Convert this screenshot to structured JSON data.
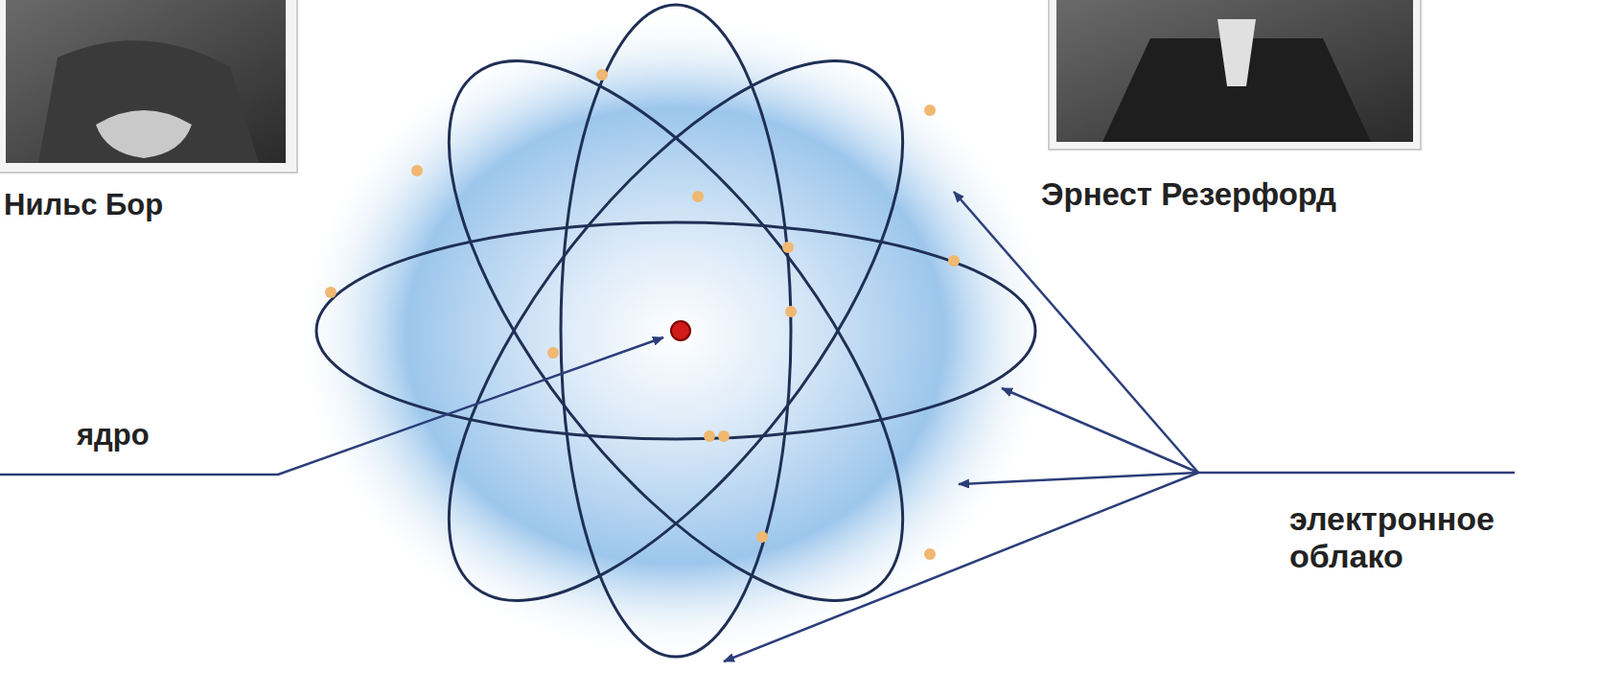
{
  "diagram": {
    "labels": [
      "Нильс Бор",
      "Эрнест Резерфорд",
      "ядро",
      "электронное облако"
    ]
  }
}
